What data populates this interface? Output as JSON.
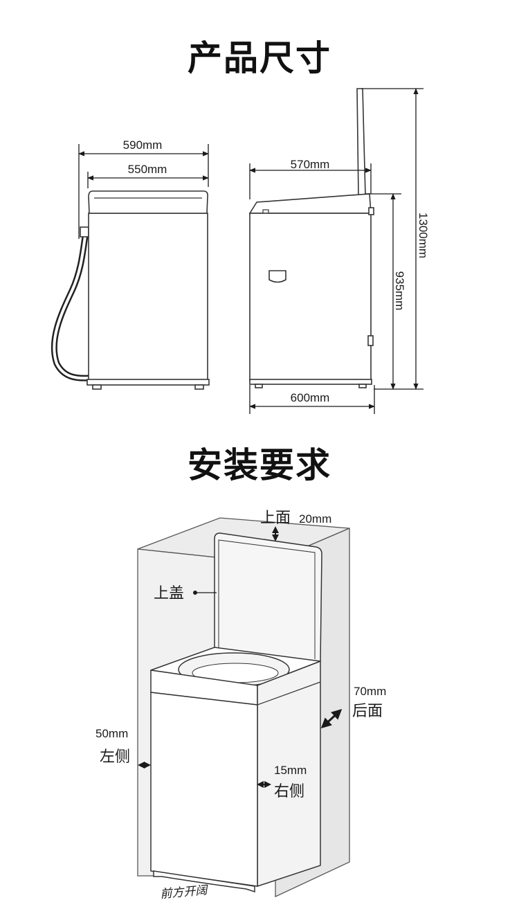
{
  "section1": {
    "title": "产品尺寸",
    "front_view": {
      "outer_width": "590mm",
      "body_width": "550mm"
    },
    "side_view": {
      "depth_top": "570mm",
      "depth_bottom": "600mm",
      "height_closed": "935mm",
      "height_open": "1300mm"
    }
  },
  "section2": {
    "title": "安装要求",
    "lid_label": "上盖",
    "top": {
      "label": "上面",
      "value": "20mm"
    },
    "back": {
      "value": "70mm",
      "label": "后面"
    },
    "left": {
      "value": "50mm",
      "label": "左侧"
    },
    "right": {
      "value": "15mm",
      "label": "右侧"
    },
    "front": {
      "label": "前方开阔"
    }
  }
}
